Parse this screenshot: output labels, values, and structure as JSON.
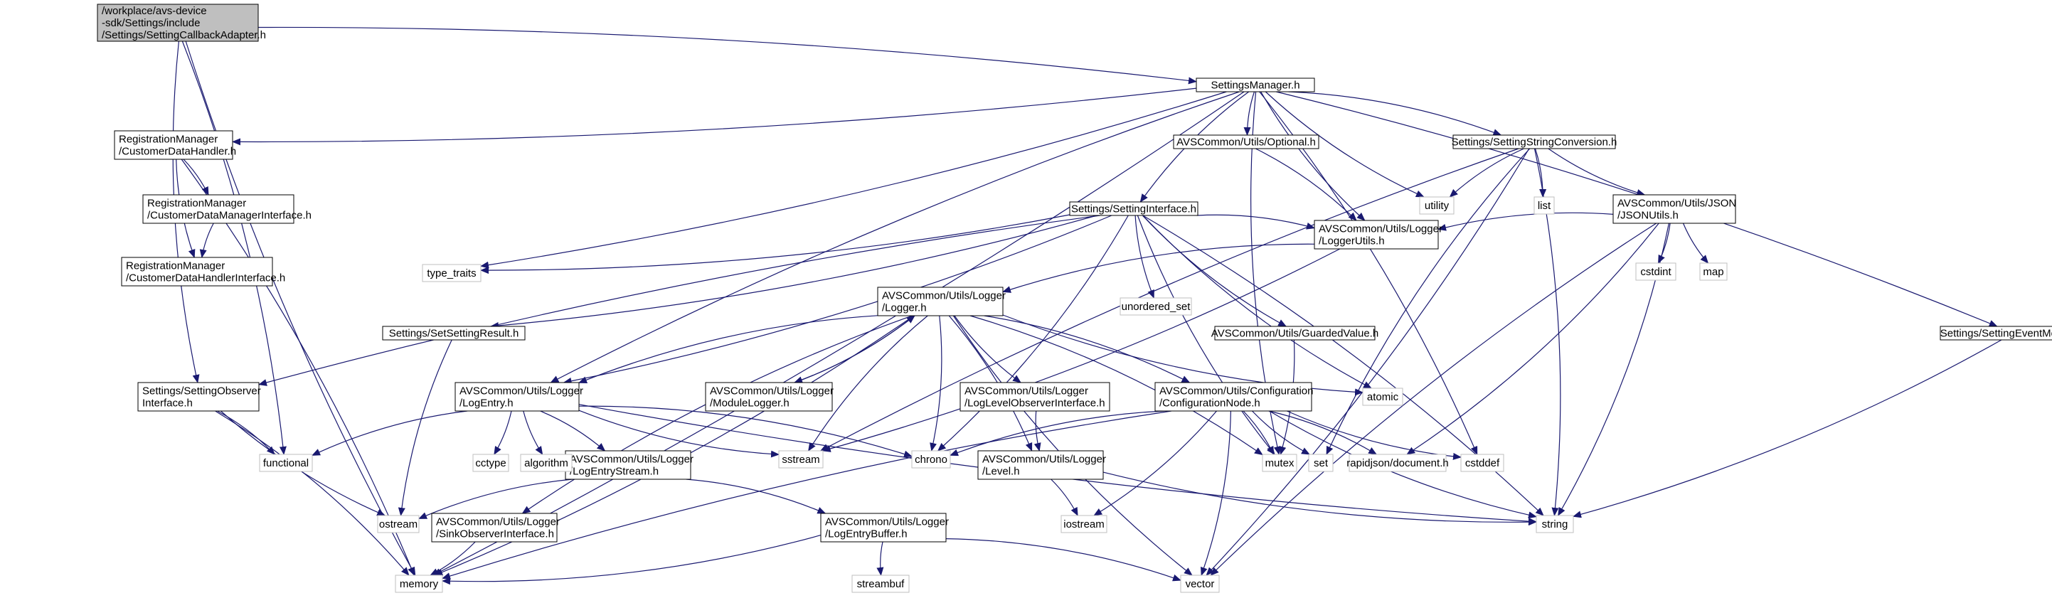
{
  "colors": {
    "background": "#ffffff",
    "edge": "#191970",
    "root_fill": "#bfbfbf",
    "root_stroke": "#000000",
    "header_stroke": "#000000",
    "system_stroke": "#bfbfbf",
    "text": "#000000"
  },
  "nodes": [
    {
      "id": "root",
      "lines": [
        "/workplace/avs-device",
        "-sdk/Settings/include",
        "/Settings/SettingCallbackAdapter.h"
      ],
      "kind": "root"
    },
    {
      "id": "settingsmanager",
      "lines": [
        "SettingsManager.h"
      ],
      "kind": "header"
    },
    {
      "id": "regcdh",
      "lines": [
        "RegistrationManager",
        "/CustomerDataHandler.h"
      ],
      "kind": "header"
    },
    {
      "id": "regcdmi",
      "lines": [
        "RegistrationManager",
        "/CustomerDataManagerInterface.h"
      ],
      "kind": "header"
    },
    {
      "id": "regcdhi",
      "lines": [
        "RegistrationManager",
        "/CustomerDataHandlerInterface.h"
      ],
      "kind": "header"
    },
    {
      "id": "optional",
      "lines": [
        "AVSCommon/Utils/Optional.h"
      ],
      "kind": "header"
    },
    {
      "id": "ssc",
      "lines": [
        "Settings/SettingStringConversion.h"
      ],
      "kind": "header"
    },
    {
      "id": "settinginterface",
      "lines": [
        "Settings/SettingInterface.h"
      ],
      "kind": "header"
    },
    {
      "id": "jsonutils",
      "lines": [
        "AVSCommon/Utils/JSON",
        "/JSONUtils.h"
      ],
      "kind": "header"
    },
    {
      "id": "loggerutils",
      "lines": [
        "AVSCommon/Utils/Logger",
        "/LoggerUtils.h"
      ],
      "kind": "header"
    },
    {
      "id": "logger",
      "lines": [
        "AVSCommon/Utils/Logger",
        "/Logger.h"
      ],
      "kind": "header"
    },
    {
      "id": "guarded",
      "lines": [
        "AVSCommon/Utils/GuardedValue.h"
      ],
      "kind": "header"
    },
    {
      "id": "setsettingresult",
      "lines": [
        "Settings/SetSettingResult.h"
      ],
      "kind": "header"
    },
    {
      "id": "settingobserver",
      "lines": [
        "Settings/SettingObserver",
        "Interface.h"
      ],
      "kind": "header"
    },
    {
      "id": "logentry",
      "lines": [
        "AVSCommon/Utils/Logger",
        "/LogEntry.h"
      ],
      "kind": "header"
    },
    {
      "id": "modulelogger",
      "lines": [
        "AVSCommon/Utils/Logger",
        "/ModuleLogger.h"
      ],
      "kind": "header"
    },
    {
      "id": "loglevelobs",
      "lines": [
        "AVSCommon/Utils/Logger",
        "/LogLevelObserverInterface.h"
      ],
      "kind": "header"
    },
    {
      "id": "confignode",
      "lines": [
        "AVSCommon/Utils/Configuration",
        "/ConfigurationNode.h"
      ],
      "kind": "header"
    },
    {
      "id": "eventmeta",
      "lines": [
        "Settings/SettingEventMetadata.h"
      ],
      "kind": "header"
    },
    {
      "id": "logentrystream",
      "lines": [
        "AVSCommon/Utils/Logger",
        "/LogEntryStream.h"
      ],
      "kind": "header"
    },
    {
      "id": "level",
      "lines": [
        "AVSCommon/Utils/Logger",
        "/Level.h"
      ],
      "kind": "header"
    },
    {
      "id": "sinkobs",
      "lines": [
        "AVSCommon/Utils/Logger",
        "/SinkObserverInterface.h"
      ],
      "kind": "header"
    },
    {
      "id": "logentrybuffer",
      "lines": [
        "AVSCommon/Utils/Logger",
        "/LogEntryBuffer.h"
      ],
      "kind": "header"
    },
    {
      "id": "utility",
      "lines": [
        "utility"
      ],
      "kind": "system"
    },
    {
      "id": "list",
      "lines": [
        "list"
      ],
      "kind": "system"
    },
    {
      "id": "type_traits",
      "lines": [
        "type_traits"
      ],
      "kind": "system"
    },
    {
      "id": "unordered_set",
      "lines": [
        "unordered_set"
      ],
      "kind": "system"
    },
    {
      "id": "cstdint",
      "lines": [
        "cstdint"
      ],
      "kind": "system"
    },
    {
      "id": "map",
      "lines": [
        "map"
      ],
      "kind": "system"
    },
    {
      "id": "atomic",
      "lines": [
        "atomic"
      ],
      "kind": "system"
    },
    {
      "id": "functional",
      "lines": [
        "functional"
      ],
      "kind": "system"
    },
    {
      "id": "cctype",
      "lines": [
        "cctype"
      ],
      "kind": "system"
    },
    {
      "id": "algorithm",
      "lines": [
        "algorithm"
      ],
      "kind": "system"
    },
    {
      "id": "sstream",
      "lines": [
        "sstream"
      ],
      "kind": "system"
    },
    {
      "id": "chrono",
      "lines": [
        "chrono"
      ],
      "kind": "system"
    },
    {
      "id": "mutex",
      "lines": [
        "mutex"
      ],
      "kind": "system"
    },
    {
      "id": "set",
      "lines": [
        "set"
      ],
      "kind": "system"
    },
    {
      "id": "rapidjson",
      "lines": [
        "rapidjson/document.h"
      ],
      "kind": "system"
    },
    {
      "id": "cstddef",
      "lines": [
        "cstddef"
      ],
      "kind": "system"
    },
    {
      "id": "ostream",
      "lines": [
        "ostream"
      ],
      "kind": "system"
    },
    {
      "id": "iostream",
      "lines": [
        "iostream"
      ],
      "kind": "system"
    },
    {
      "id": "string",
      "lines": [
        "string"
      ],
      "kind": "system"
    },
    {
      "id": "memory",
      "lines": [
        "memory"
      ],
      "kind": "system"
    },
    {
      "id": "streambuf",
      "lines": [
        "streambuf"
      ],
      "kind": "system"
    },
    {
      "id": "vector",
      "lines": [
        "vector"
      ],
      "kind": "system"
    }
  ],
  "edges": [
    [
      "root",
      "settingsmanager"
    ],
    [
      "root",
      "memory"
    ],
    [
      "root",
      "functional"
    ],
    [
      "root",
      "settingobserver"
    ],
    [
      "settingsmanager",
      "regcdh"
    ],
    [
      "settingsmanager",
      "optional"
    ],
    [
      "settingsmanager",
      "ssc"
    ],
    [
      "settingsmanager",
      "settinginterface"
    ],
    [
      "settingsmanager",
      "eventmeta"
    ],
    [
      "settingsmanager",
      "utility"
    ],
    [
      "settingsmanager",
      "type_traits"
    ],
    [
      "settingsmanager",
      "loggerutils"
    ],
    [
      "settingsmanager",
      "memory"
    ],
    [
      "settingsmanager",
      "mutex"
    ],
    [
      "settingsmanager",
      "cstddef"
    ],
    [
      "settingsmanager",
      "logentry"
    ],
    [
      "regcdh",
      "regcdmi"
    ],
    [
      "regcdh",
      "regcdhi"
    ],
    [
      "regcdh",
      "memory"
    ],
    [
      "regcdmi",
      "regcdhi"
    ],
    [
      "optional",
      "loggerutils"
    ],
    [
      "ssc",
      "utility"
    ],
    [
      "ssc",
      "list"
    ],
    [
      "ssc",
      "jsonutils"
    ],
    [
      "ssc",
      "string"
    ],
    [
      "ssc",
      "set"
    ],
    [
      "ssc",
      "vector"
    ],
    [
      "ssc",
      "sstream"
    ],
    [
      "jsonutils",
      "cstdint"
    ],
    [
      "jsonutils",
      "map"
    ],
    [
      "jsonutils",
      "string"
    ],
    [
      "jsonutils",
      "vector"
    ],
    [
      "jsonutils",
      "rapidjson"
    ],
    [
      "jsonutils",
      "loggerutils"
    ],
    [
      "settinginterface",
      "type_traits"
    ],
    [
      "settinginterface",
      "unordered_set"
    ],
    [
      "settinginterface",
      "loggerutils"
    ],
    [
      "settinginterface",
      "guarded"
    ],
    [
      "settinginterface",
      "setsettingresult"
    ],
    [
      "settinginterface",
      "settingobserver"
    ],
    [
      "settinginterface",
      "logentry"
    ],
    [
      "settinginterface",
      "atomic"
    ],
    [
      "settinginterface",
      "string"
    ],
    [
      "settinginterface",
      "mutex"
    ],
    [
      "settinginterface",
      "chrono"
    ],
    [
      "loggerutils",
      "logger"
    ],
    [
      "loggerutils",
      "sstream"
    ],
    [
      "logger",
      "logentry"
    ],
    [
      "logger",
      "modulelogger"
    ],
    [
      "logger",
      "loglevelobs"
    ],
    [
      "logger",
      "confignode"
    ],
    [
      "logger",
      "atomic"
    ],
    [
      "logger",
      "chrono"
    ],
    [
      "logger",
      "sstream"
    ],
    [
      "logger",
      "mutex"
    ],
    [
      "logger",
      "vector"
    ],
    [
      "logger",
      "memory"
    ],
    [
      "logger",
      "sinkobs"
    ],
    [
      "logger",
      "level"
    ],
    [
      "modulelogger",
      "logger"
    ],
    [
      "guarded",
      "mutex"
    ],
    [
      "setsettingresult",
      "ostream"
    ],
    [
      "settingobserver",
      "functional"
    ],
    [
      "settingobserver",
      "ostream"
    ],
    [
      "settingobserver",
      "memory"
    ],
    [
      "logentry",
      "functional"
    ],
    [
      "logentry",
      "cctype"
    ],
    [
      "logentry",
      "algorithm"
    ],
    [
      "logentry",
      "logentrystream"
    ],
    [
      "logentry",
      "sstream"
    ],
    [
      "logentry",
      "chrono"
    ],
    [
      "logentry",
      "string"
    ],
    [
      "logentrystream",
      "logentrybuffer"
    ],
    [
      "logentrystream",
      "ostream"
    ],
    [
      "logentrybuffer",
      "memory"
    ],
    [
      "logentrybuffer",
      "streambuf"
    ],
    [
      "logentrybuffer",
      "vector"
    ],
    [
      "loglevelobs",
      "level"
    ],
    [
      "level",
      "iostream"
    ],
    [
      "level",
      "string"
    ],
    [
      "sinkobs",
      "memory"
    ],
    [
      "confignode",
      "chrono"
    ],
    [
      "confignode",
      "mutex"
    ],
    [
      "confignode",
      "set"
    ],
    [
      "confignode",
      "rapidjson"
    ],
    [
      "confignode",
      "cstddef"
    ],
    [
      "confignode",
      "iostream"
    ],
    [
      "confignode",
      "string"
    ],
    [
      "confignode",
      "vector"
    ],
    [
      "confignode",
      "memory"
    ],
    [
      "eventmeta",
      "string"
    ]
  ]
}
